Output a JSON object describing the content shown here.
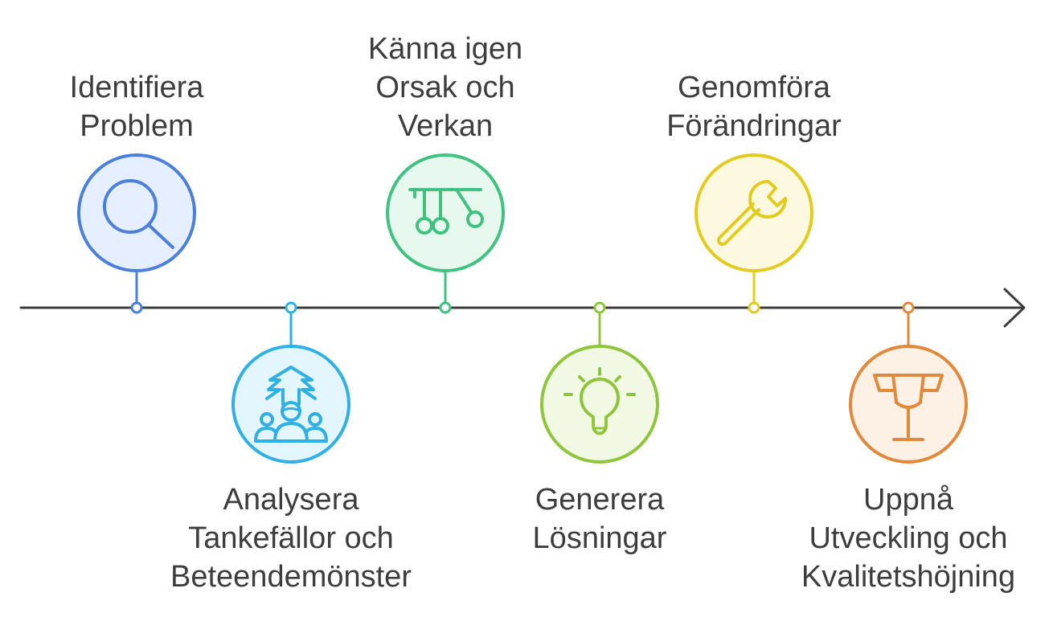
{
  "timeline": {
    "steps": [
      {
        "lines": [
          "Identifiera",
          "Problem"
        ],
        "icon": "magnifier-icon",
        "color": "#4a7fdc",
        "fill": "#e6efff",
        "position": "top"
      },
      {
        "lines": [
          "Analysera",
          "Tankefällor och",
          "Beteendemönster"
        ],
        "icon": "tree-people-icon",
        "color": "#2fb0e4",
        "fill": "#e3f5fd",
        "position": "bottom"
      },
      {
        "lines": [
          "Känna igen",
          "Orsak och",
          "Verkan"
        ],
        "icon": "newtons-cradle-icon",
        "color": "#3fc17f",
        "fill": "#e7f8ef",
        "position": "top"
      },
      {
        "lines": [
          "Generera",
          "Lösningar"
        ],
        "icon": "lightbulb-icon",
        "color": "#8fc53a",
        "fill": "#f1f9e4",
        "position": "bottom"
      },
      {
        "lines": [
          "Genomföra",
          "Förändringar"
        ],
        "icon": "wrench-icon",
        "color": "#e3cb1d",
        "fill": "#fdf9e1",
        "position": "top"
      },
      {
        "lines": [
          "Uppnå",
          "Utveckling och",
          "Kvalitetshöjning"
        ],
        "icon": "trophy-icon",
        "color": "#e2883a",
        "fill": "#fdf1e5",
        "position": "bottom"
      }
    ]
  }
}
